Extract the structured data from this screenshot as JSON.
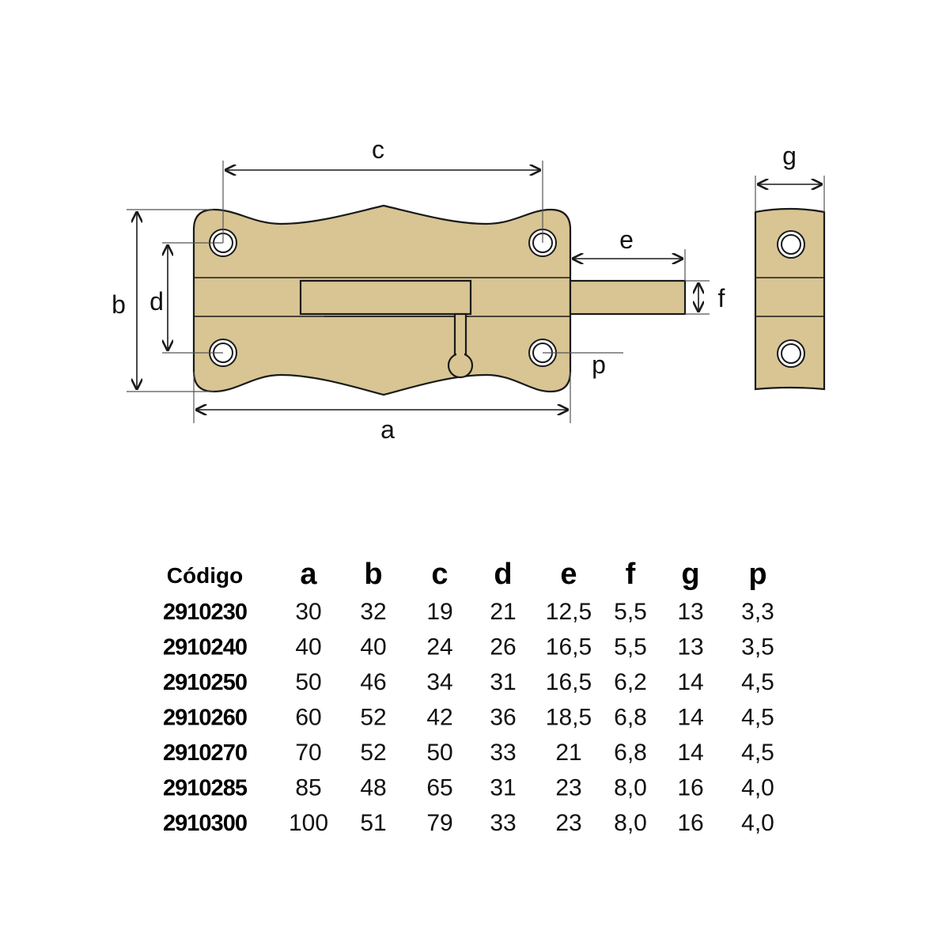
{
  "diagram": {
    "labels": {
      "a": "a",
      "b": "b",
      "c": "c",
      "d": "d",
      "e": "e",
      "f": "f",
      "g": "g",
      "p": "p"
    },
    "fill_color": "#D8C593"
  },
  "table": {
    "headers": [
      "Código",
      "a",
      "b",
      "c",
      "d",
      "e",
      "f",
      "g",
      "p"
    ],
    "rows": [
      [
        "2910230",
        "30",
        "32",
        "19",
        "21",
        "12,5",
        "5,5",
        "13",
        "3,3"
      ],
      [
        "2910240",
        "40",
        "40",
        "24",
        "26",
        "16,5",
        "5,5",
        "13",
        "3,5"
      ],
      [
        "2910250",
        "50",
        "46",
        "34",
        "31",
        "16,5",
        "6,2",
        "14",
        "4,5"
      ],
      [
        "2910260",
        "60",
        "52",
        "42",
        "36",
        "18,5",
        "6,8",
        "14",
        "4,5"
      ],
      [
        "2910270",
        "70",
        "52",
        "50",
        "33",
        "21",
        "6,8",
        "14",
        "4,5"
      ],
      [
        "2910285",
        "85",
        "48",
        "65",
        "31",
        "23",
        "8,0",
        "16",
        "4,0"
      ],
      [
        "2910300",
        "100",
        "51",
        "79",
        "33",
        "23",
        "8,0",
        "16",
        "4,0"
      ]
    ]
  }
}
